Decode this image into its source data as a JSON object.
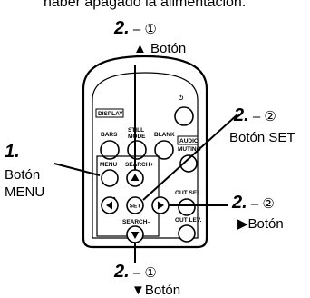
{
  "header": {
    "cut_text": "haber apagado la alimentación."
  },
  "callouts": {
    "top_step": "2.",
    "top_sub": " – ①",
    "top_arrow": "▲",
    "top_text": " Botón",
    "set_step": "2.",
    "set_sub": " – ②",
    "set_text": "Botón SET",
    "menu_step": "1.",
    "menu_line1": "Botón",
    "menu_line2": "MENU",
    "right_step": "2.",
    "right_sub": " – ②",
    "right_arrow": "▶",
    "right_text": "Botón",
    "bottom_step": "2.",
    "bottom_sub": " – ①",
    "bottom_arrow": "▼",
    "bottom_text": "Botón"
  },
  "remote": {
    "display": "DISPLAY",
    "power": "⏻",
    "bars": "BARS",
    "still": "STILL",
    "mode": "MODE",
    "blank": "BLANK",
    "audio": "AUDIO",
    "muting": "MUTING",
    "menu": "MENU",
    "search_plus": "SEARCH+",
    "set": "SET",
    "out_sel": "OUT SEL.",
    "out_lev": "OUT LEV.",
    "search_minus": "SEARCH–"
  }
}
